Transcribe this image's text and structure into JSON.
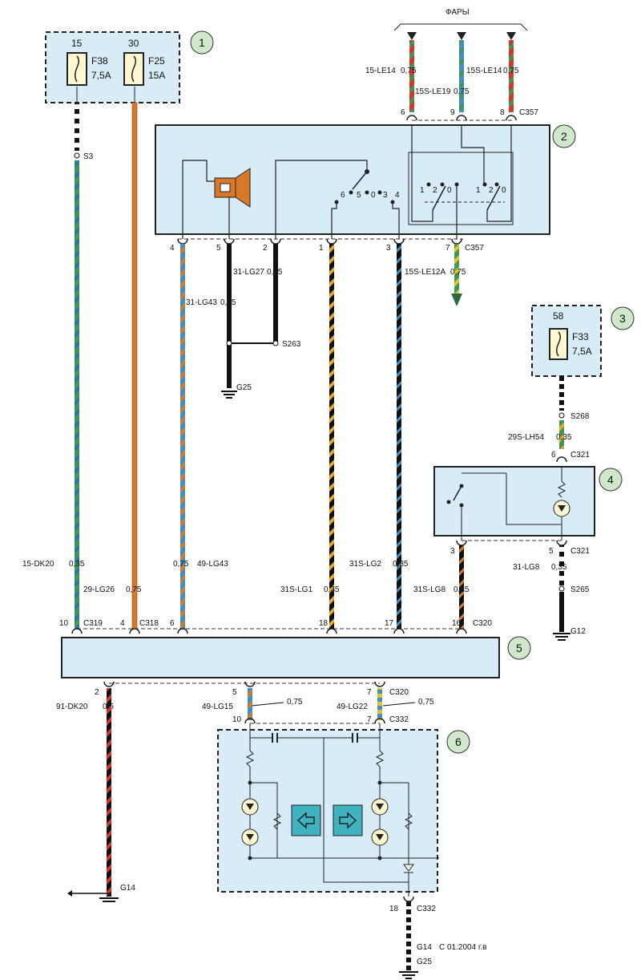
{
  "title": "ФАРЫ",
  "colors": {
    "module_fill": "#d8ecf7",
    "callout_fill": "#cfe8c9",
    "wire_green": "#3a9a55",
    "wire_blue": "#3f8fd0",
    "wire_orange": "#d8792a",
    "wire_yellow": "#e8c22a",
    "wire_red": "#d8342a"
  },
  "callouts": [
    "1",
    "2",
    "3",
    "4",
    "5",
    "6"
  ],
  "fuses": {
    "f38": {
      "terminal": "15",
      "name": "F38",
      "rating": "7,5A"
    },
    "f25": {
      "terminal": "30",
      "name": "F25",
      "rating": "15A"
    },
    "f33": {
      "terminal": "58",
      "name": "F33",
      "rating": "7,5A"
    }
  },
  "headlight_wires": {
    "w1": {
      "code": "15-LE14",
      "gauge": "0,75",
      "pin": "6"
    },
    "w2": {
      "code": "15S-LE19",
      "gauge": "0,75",
      "pin": "9"
    },
    "w3": {
      "code": "15S-LE14",
      "gauge": "0,75",
      "pin": "8"
    },
    "connector": "C357"
  },
  "module2": {
    "pins": [
      "4",
      "5",
      "2",
      "1",
      "3",
      "7"
    ],
    "connector": "C357",
    "switch_a": [
      "6",
      "5",
      "0",
      "3",
      "4"
    ],
    "switch_b": [
      "1",
      "2",
      "0"
    ],
    "switch_c": [
      "1",
      "2",
      "0"
    ]
  },
  "labels": {
    "s3": "S3",
    "lg27": "31-LG27",
    "lg27_g": "0,35",
    "lg43": "31-LG43",
    "lg43_g": "0,35",
    "s263": "S263",
    "g25": "G25",
    "le12a": "15S-LE12A",
    "le12a_g": "0,75",
    "s268": "S268",
    "lh54": "29S-LH54",
    "lh54_g": "0,35",
    "pin6": "6",
    "c321": "C321",
    "pin3": "3",
    "pin5": "5",
    "c321b": "C321",
    "lg8": "31-LG8",
    "lg8_g": "0,35",
    "s265": "S265",
    "g12": "G12",
    "dk20": "15-DK20",
    "dk20_g": "0,35",
    "lg26": "29-LG26",
    "lg26_g": "0,75",
    "lg43b_g": "0,75",
    "lg43b": "49-LG43",
    "lg1": "31S-LG1",
    "lg1_g": "0,35",
    "lg2": "31S-LG2",
    "lg2_g": "0,35",
    "lg8b": "31S-LG8",
    "lg8b_g": "0,35",
    "p10": "10",
    "c319": "C319",
    "p4": "4",
    "c318": "C318",
    "p6": "6",
    "p18": "18",
    "p17": "17",
    "p16": "16",
    "c320": "C320",
    "p2": "2",
    "dk20b": "91-DK20",
    "dk20b_g": "0,5",
    "p5": "5",
    "lg15": "49-LG15",
    "lg15_g": "0,75",
    "p7": "7",
    "c320b": "C320",
    "lg22": "49-LG22",
    "lg22_g": "0,75",
    "p10b": "10",
    "p7b": "7",
    "c332": "C332",
    "g14": "G14",
    "p18b": "18",
    "c332b": "C332",
    "g14b": "G14",
    "note": "C 01.2004 г.в",
    "g25b": "G25"
  }
}
